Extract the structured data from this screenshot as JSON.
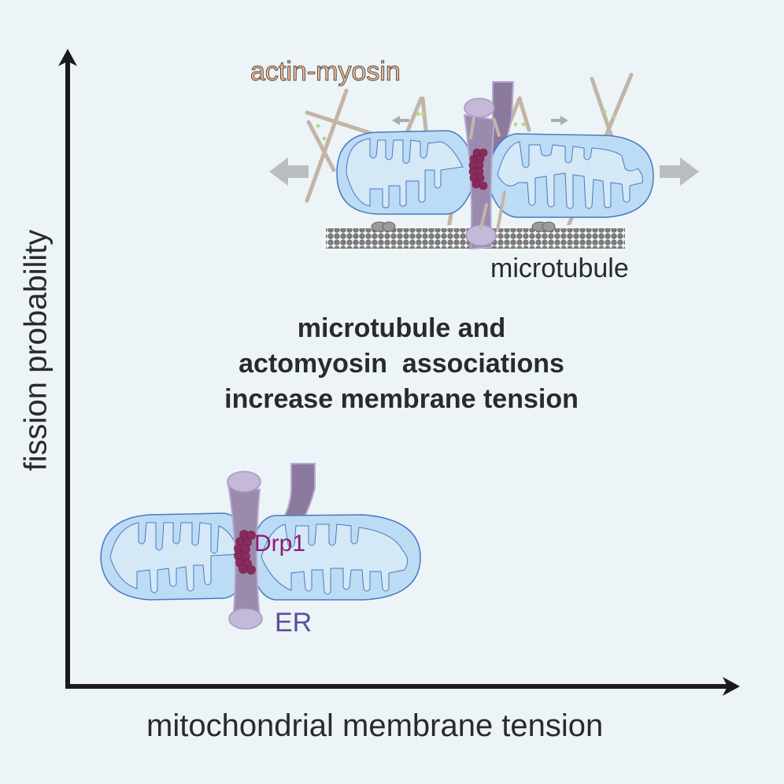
{
  "figure": {
    "background_color": "#ecf4f7",
    "axes": {
      "y_label": "fission probability",
      "x_label": "mitochondrial membrane tension",
      "axis_color": "#1a1a1a"
    },
    "center_text": {
      "lines": [
        "microtubule and",
        "actomyosin  associations",
        "increase membrane tension"
      ]
    },
    "high_tension_illustration": {
      "labels": {
        "actin_myosin": "actin-myosin",
        "microtubule": "microtubule"
      },
      "colors": {
        "actin_label_fill": "#f2c09a",
        "actin_filament": "#c3b5a6",
        "myosin": "#b8d88a",
        "pull_arrow": "#b9bdbf",
        "microtubule": "#8c8c8c",
        "motor": "#9a9a9a"
      }
    },
    "low_tension_illustration": {
      "labels": {
        "drp1": "Drp1",
        "er": "ER"
      },
      "colors": {
        "drp1_label": "#8e1a72",
        "er_label": "#5a4e9e"
      }
    },
    "shared_colors": {
      "mito_fill": "#bcdcf5",
      "mito_matrix": "#d4e8f6",
      "mito_stroke": "#4a78c2",
      "er_fill": "#9a8aae",
      "er_end": "#c4b9d6",
      "drp1_bead": "#8a2b5c"
    }
  }
}
